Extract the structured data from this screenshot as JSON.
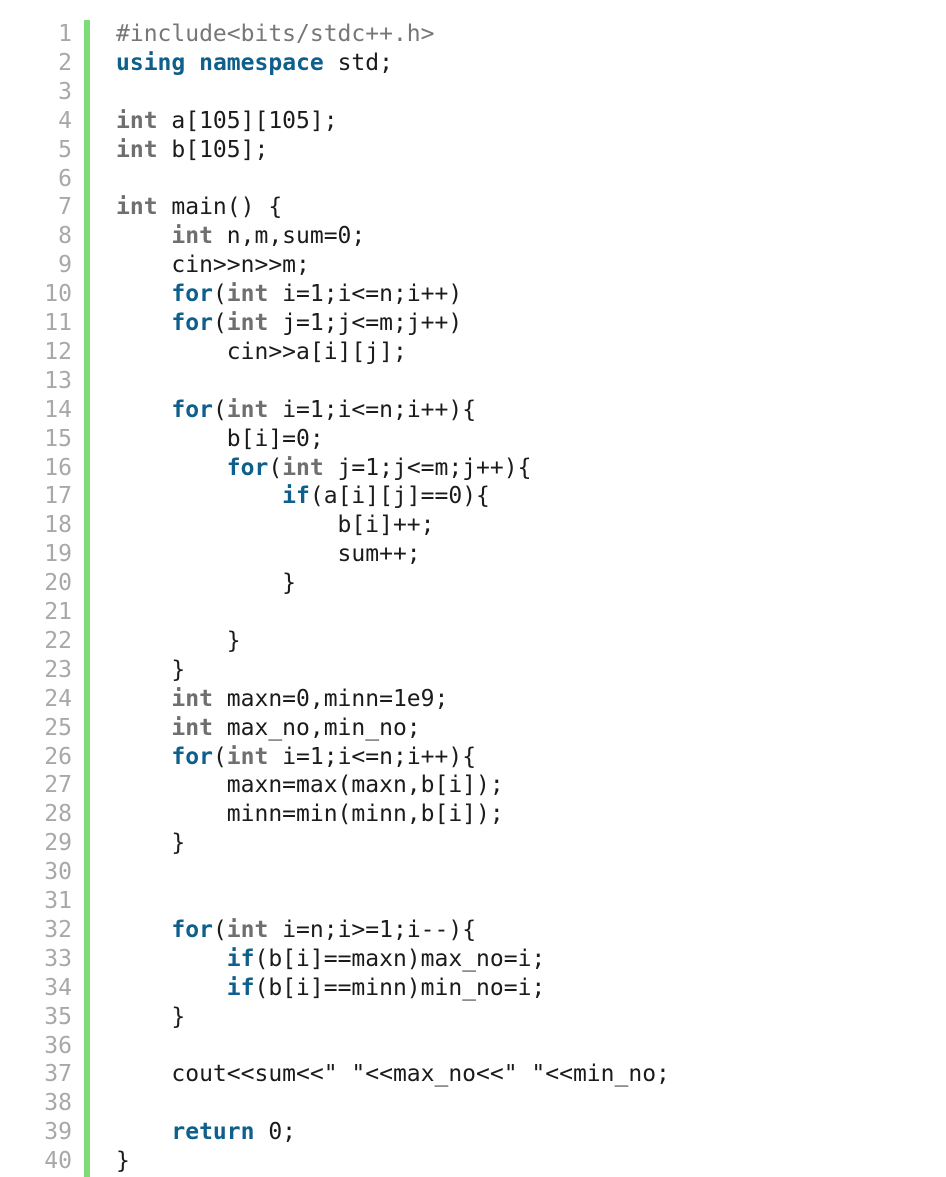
{
  "editor": {
    "accent_bar_color": "#7ddc78",
    "colors": {
      "keyword": "#0e5f8c",
      "type": "#6f6f6f",
      "preprocessor": "#777777",
      "plain": "#1b1b1b",
      "line_number": "#a8a8a8"
    },
    "lines": [
      {
        "n": "1",
        "tokens": [
          [
            "pre",
            "#include<bits/stdc++.h>"
          ]
        ]
      },
      {
        "n": "2",
        "tokens": [
          [
            "kw",
            "using"
          ],
          [
            "plain",
            " "
          ],
          [
            "kw",
            "namespace"
          ],
          [
            "plain",
            " std;"
          ]
        ]
      },
      {
        "n": "3",
        "tokens": []
      },
      {
        "n": "4",
        "tokens": [
          [
            "type",
            "int"
          ],
          [
            "plain",
            " a[105][105];"
          ]
        ]
      },
      {
        "n": "5",
        "tokens": [
          [
            "type",
            "int"
          ],
          [
            "plain",
            " b[105];"
          ]
        ]
      },
      {
        "n": "6",
        "tokens": []
      },
      {
        "n": "7",
        "tokens": [
          [
            "type",
            "int"
          ],
          [
            "plain",
            " main() {"
          ]
        ]
      },
      {
        "n": "8",
        "tokens": [
          [
            "plain",
            "    "
          ],
          [
            "type",
            "int"
          ],
          [
            "plain",
            " n,m,sum=0;"
          ]
        ]
      },
      {
        "n": "9",
        "tokens": [
          [
            "plain",
            "    cin>>n>>m;"
          ]
        ]
      },
      {
        "n": "10",
        "tokens": [
          [
            "plain",
            "    "
          ],
          [
            "kw",
            "for"
          ],
          [
            "plain",
            "("
          ],
          [
            "type",
            "int"
          ],
          [
            "plain",
            " i=1;i<=n;i++)"
          ]
        ]
      },
      {
        "n": "11",
        "tokens": [
          [
            "plain",
            "    "
          ],
          [
            "kw",
            "for"
          ],
          [
            "plain",
            "("
          ],
          [
            "type",
            "int"
          ],
          [
            "plain",
            " j=1;j<=m;j++)"
          ]
        ]
      },
      {
        "n": "12",
        "tokens": [
          [
            "plain",
            "        cin>>a[i][j];"
          ]
        ]
      },
      {
        "n": "13",
        "tokens": []
      },
      {
        "n": "14",
        "tokens": [
          [
            "plain",
            "    "
          ],
          [
            "kw",
            "for"
          ],
          [
            "plain",
            "("
          ],
          [
            "type",
            "int"
          ],
          [
            "plain",
            " i=1;i<=n;i++){"
          ]
        ]
      },
      {
        "n": "15",
        "tokens": [
          [
            "plain",
            "        b[i]=0;"
          ]
        ]
      },
      {
        "n": "16",
        "tokens": [
          [
            "plain",
            "        "
          ],
          [
            "kw",
            "for"
          ],
          [
            "plain",
            "("
          ],
          [
            "type",
            "int"
          ],
          [
            "plain",
            " j=1;j<=m;j++){"
          ]
        ]
      },
      {
        "n": "17",
        "tokens": [
          [
            "plain",
            "            "
          ],
          [
            "kw",
            "if"
          ],
          [
            "plain",
            "(a[i][j]==0){"
          ]
        ]
      },
      {
        "n": "18",
        "tokens": [
          [
            "plain",
            "                b[i]++;"
          ]
        ]
      },
      {
        "n": "19",
        "tokens": [
          [
            "plain",
            "                sum++;"
          ]
        ]
      },
      {
        "n": "20",
        "tokens": [
          [
            "plain",
            "            }"
          ]
        ]
      },
      {
        "n": "21",
        "tokens": []
      },
      {
        "n": "22",
        "tokens": [
          [
            "plain",
            "        }"
          ]
        ]
      },
      {
        "n": "23",
        "tokens": [
          [
            "plain",
            "    }"
          ]
        ]
      },
      {
        "n": "24",
        "tokens": [
          [
            "plain",
            "    "
          ],
          [
            "type",
            "int"
          ],
          [
            "plain",
            " maxn=0,minn=1e9;"
          ]
        ]
      },
      {
        "n": "25",
        "tokens": [
          [
            "plain",
            "    "
          ],
          [
            "type",
            "int"
          ],
          [
            "plain",
            " max_no,min_no;"
          ]
        ]
      },
      {
        "n": "26",
        "tokens": [
          [
            "plain",
            "    "
          ],
          [
            "kw",
            "for"
          ],
          [
            "plain",
            "("
          ],
          [
            "type",
            "int"
          ],
          [
            "plain",
            " i=1;i<=n;i++){"
          ]
        ]
      },
      {
        "n": "27",
        "tokens": [
          [
            "plain",
            "        maxn=max(maxn,b[i]);"
          ]
        ]
      },
      {
        "n": "28",
        "tokens": [
          [
            "plain",
            "        minn=min(minn,b[i]);"
          ]
        ]
      },
      {
        "n": "29",
        "tokens": [
          [
            "plain",
            "    }"
          ]
        ]
      },
      {
        "n": "30",
        "tokens": []
      },
      {
        "n": "31",
        "tokens": []
      },
      {
        "n": "32",
        "tokens": [
          [
            "plain",
            "    "
          ],
          [
            "kw",
            "for"
          ],
          [
            "plain",
            "("
          ],
          [
            "type",
            "int"
          ],
          [
            "plain",
            " i=n;i>=1;i--){"
          ]
        ]
      },
      {
        "n": "33",
        "tokens": [
          [
            "plain",
            "        "
          ],
          [
            "kw",
            "if"
          ],
          [
            "plain",
            "(b[i]==maxn)max_no=i;"
          ]
        ]
      },
      {
        "n": "34",
        "tokens": [
          [
            "plain",
            "        "
          ],
          [
            "kw",
            "if"
          ],
          [
            "plain",
            "(b[i]==minn)min_no=i;"
          ]
        ]
      },
      {
        "n": "35",
        "tokens": [
          [
            "plain",
            "    }"
          ]
        ]
      },
      {
        "n": "36",
        "tokens": []
      },
      {
        "n": "37",
        "tokens": [
          [
            "plain",
            "    cout<<sum<<\" \"<<max_no<<\" \"<<min_no;"
          ]
        ]
      },
      {
        "n": "38",
        "tokens": []
      },
      {
        "n": "39",
        "tokens": [
          [
            "plain",
            "    "
          ],
          [
            "kw",
            "return"
          ],
          [
            "plain",
            " 0;"
          ]
        ]
      },
      {
        "n": "40",
        "tokens": [
          [
            "plain",
            "}"
          ]
        ]
      }
    ]
  }
}
